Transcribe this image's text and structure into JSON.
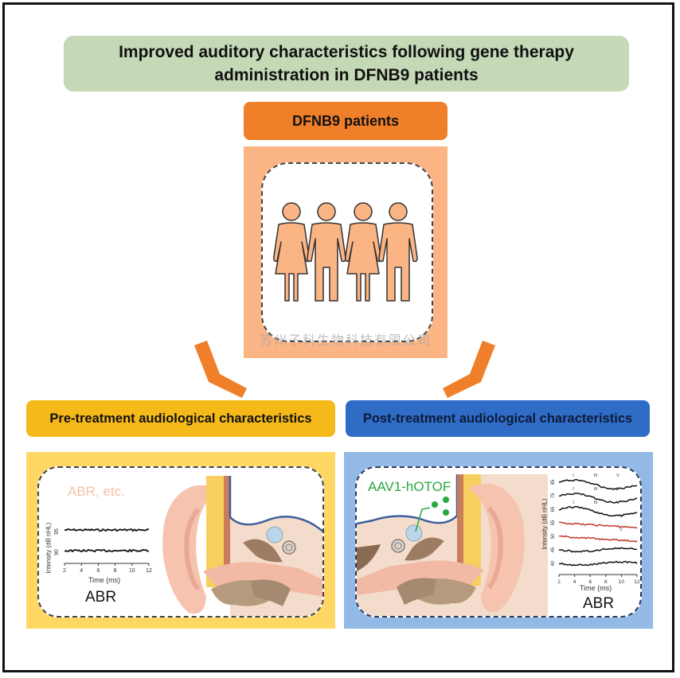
{
  "title": "Improved auditory characteristics following gene therapy administration in DFNB9 patients",
  "patients": {
    "header": "DFNB9 patients",
    "figure_icons": [
      "female-figure-icon",
      "male-figure-icon",
      "female-figure-icon",
      "male-figure-icon"
    ],
    "watermark": "苏州子科生物科技有限公司"
  },
  "pre_treatment": {
    "header": "Pre-treatment audiological characteristics",
    "note": "ABR, etc.",
    "abr_label": "ABR",
    "chart": {
      "ylabel": "Intensity (dB nHL)",
      "xlabel": "Time (ms)",
      "x_ticks": [
        "2",
        "4",
        "6",
        "8",
        "10",
        "12"
      ],
      "trace_labels": [
        "95",
        "90"
      ]
    }
  },
  "post_treatment": {
    "header": "Post-treatment audiological characteristics",
    "vector_label": "AAV1-hOTOF",
    "abr_label": "ABR",
    "chart": {
      "ylabel": "Intensity (dB nHL)",
      "xlabel": "Time (ms)",
      "x_ticks": [
        "2",
        "4",
        "6",
        "8",
        "10",
        "12"
      ],
      "trace_labels": [
        "85",
        "75",
        "65",
        "55",
        "50",
        "45",
        "40"
      ],
      "wave_markers": [
        "I",
        "III",
        "V"
      ]
    }
  },
  "colors": {
    "title_bg": "#c5d9b7",
    "patients_header": "#f07f2a",
    "patients_body": "#fbb484",
    "arrow": "#f07f2a",
    "pre_header": "#f6b91a",
    "pre_panel": "#fed764",
    "post_header": "#2f6cc6",
    "post_panel": "#93b9e6",
    "red_trace": "#c0392b",
    "vector_green": "#27a840"
  }
}
